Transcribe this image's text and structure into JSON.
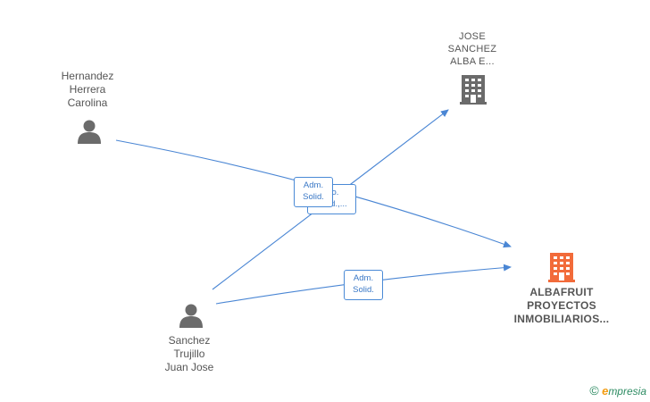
{
  "nodes": {
    "hernandez": {
      "lines": [
        "Hernandez",
        "Herrera",
        "Carolina"
      ],
      "icon": "person-icon"
    },
    "jose": {
      "lines": [
        "JOSE",
        "SANCHEZ",
        "ALBA E..."
      ],
      "icon": "building-icon"
    },
    "sanchez": {
      "lines": [
        "Sanchez",
        "Trujillo",
        "Juan Jose"
      ],
      "icon": "person-icon"
    },
    "albafruit": {
      "lines": [
        "ALBAFRUIT",
        "PROYECTOS",
        "INMOBILIARIOS..."
      ],
      "icon": "building-icon"
    }
  },
  "edge_labels": {
    "front": [
      "Adm.",
      "Solid."
    ],
    "behind": [
      "...o.",
      "Solid.,..."
    ],
    "bottom": [
      "Adm.",
      "Solid."
    ]
  },
  "watermark": {
    "copyright": "©",
    "brand_initial": "e",
    "brand_rest": "mpresia"
  },
  "colors": {
    "edge": "#4a86d4",
    "person": "#6b6b6b",
    "company": "#6b6b6b",
    "focus_company": "#f26b3a"
  }
}
